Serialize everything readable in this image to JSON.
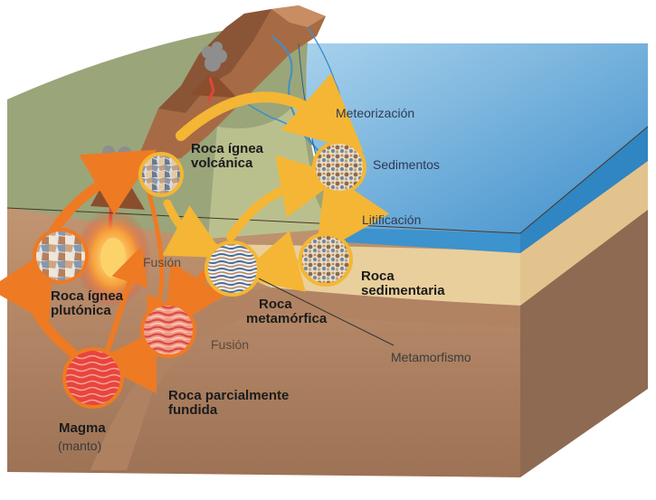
{
  "labels": {
    "roca_ignea_volcanica": [
      "Roca ígnea",
      "volcánica"
    ],
    "meteorizacion": "Meteorización",
    "sedimentos": "Sedimentos",
    "litificacion": "Litificación",
    "fusion_upper": "Fusión",
    "roca_sedimentaria": [
      "Roca",
      "sedimentaria"
    ],
    "roca_ignea_plutonica": [
      "Roca ígnea",
      "plutónica"
    ],
    "roca_metamorfica": [
      "Roca",
      "metamórfica"
    ],
    "fusion_lower": "Fusión",
    "metamorfismo": "Metamorfismo",
    "roca_parcialmente_fundida": [
      "Roca parcialmente",
      "fundida"
    ],
    "magma": "Magma",
    "manto": "(manto)"
  },
  "colors": {
    "ocean_top": "#5fa8d6",
    "ocean_side": "#2f86c2",
    "crust": "#c9a078",
    "mantle": "#a87b5d",
    "sediment_band": "#e9cf9c",
    "mountain": "#a66b45",
    "vegetation": "#9aa57a",
    "arrow_yellow": "#f4b634",
    "arrow_orange": "#ee7a23",
    "magma_red": "#e2443b"
  }
}
